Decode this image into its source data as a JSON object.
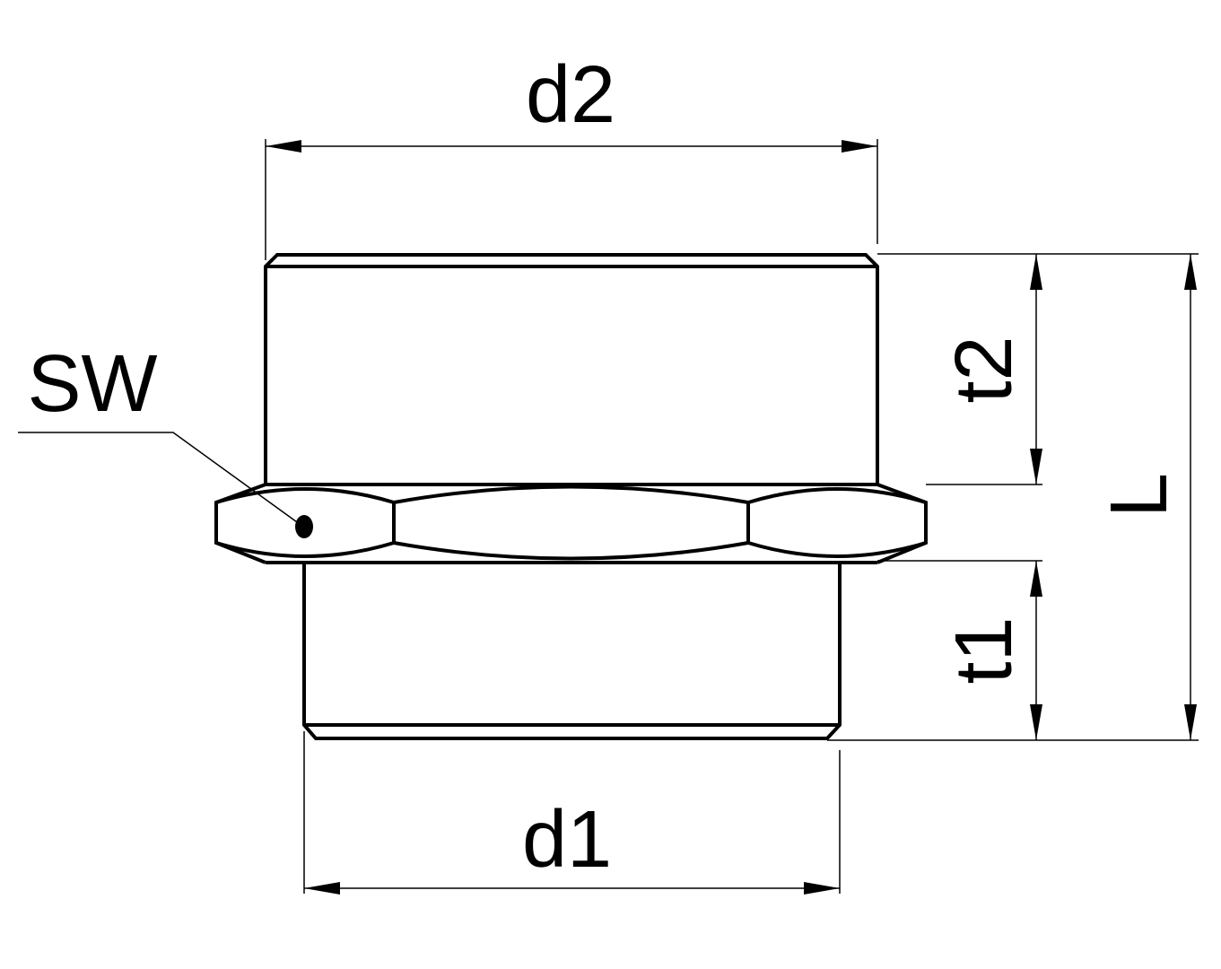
{
  "labels": {
    "d2": "d2",
    "d1": "d1",
    "t2": "t2",
    "t1": "t1",
    "L": "L",
    "SW": "SW"
  },
  "colors": {
    "line": "#000000",
    "background": "#ffffff"
  }
}
